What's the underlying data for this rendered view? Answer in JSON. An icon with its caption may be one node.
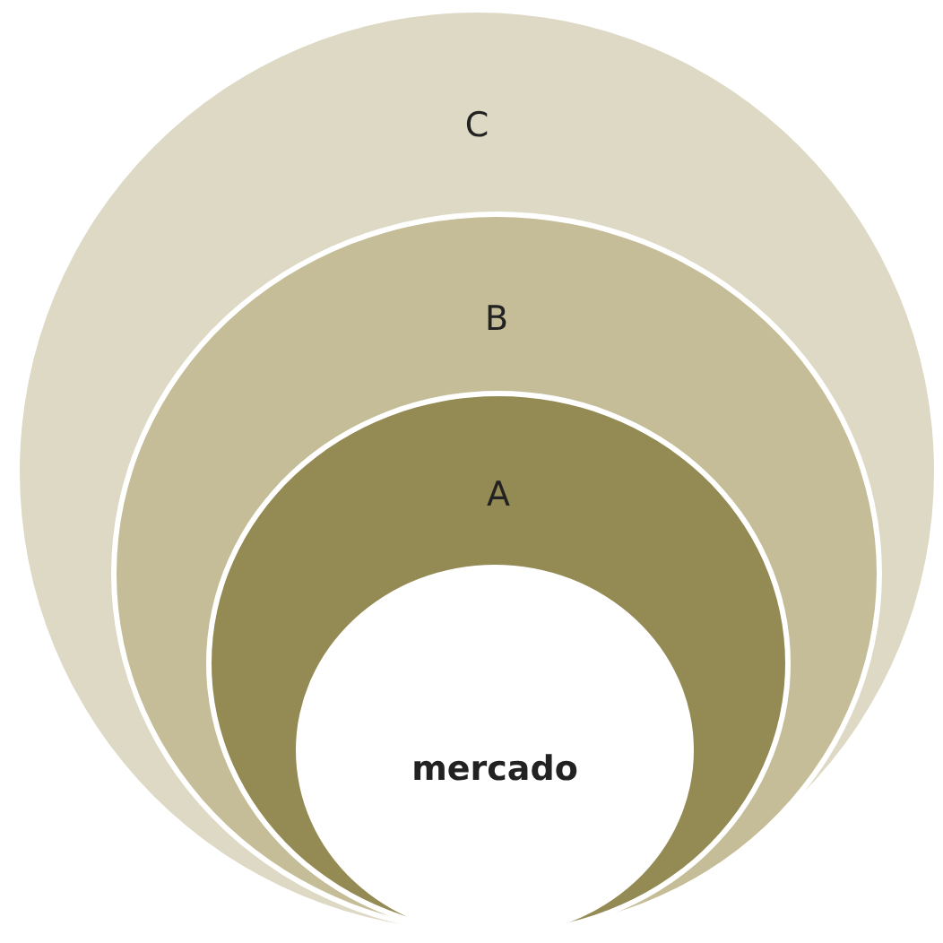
{
  "diagram": {
    "nodes": [
      {
        "text": [
          "C"
        ]
      },
      {
        "text": [
          "B"
        ],
        "in": 0
      },
      {
        "text": [
          "A"
        ],
        "in": 1
      },
      {
        "text": [
          "mercado"
        ],
        "in": 2
      }
    ]
  }
}
